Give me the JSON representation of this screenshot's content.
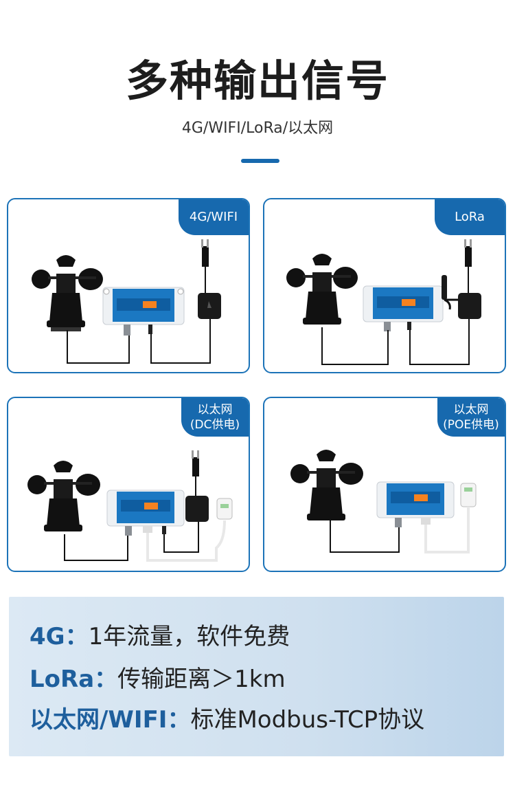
{
  "header": {
    "title": "多种输出信号",
    "subtitle": "4G/WIFI/LoRa/以太网"
  },
  "panels": [
    {
      "badge_lines": [
        "4G/WIFI"
      ],
      "antenna": false,
      "power": "dc"
    },
    {
      "badge_lines": [
        "LoRa"
      ],
      "antenna": true,
      "power": "dc"
    },
    {
      "badge_lines": [
        "以太网",
        "(DC供电)"
      ],
      "antenna": false,
      "power": "dc-ethernet"
    },
    {
      "badge_lines": [
        "以太网",
        "(POE供电)"
      ],
      "antenna": false,
      "power": "poe"
    }
  ],
  "features": [
    {
      "key": "4G：",
      "value": "1年流量，软件免费"
    },
    {
      "key": "LoRa：",
      "value": "传输距离＞1km"
    },
    {
      "key": "以太网/WIFI：",
      "value": "标准Modbus-TCP协议"
    }
  ],
  "colors": {
    "accent": "#1769ae",
    "border": "#1c73b8",
    "feature_key": "#1e5f9d"
  }
}
